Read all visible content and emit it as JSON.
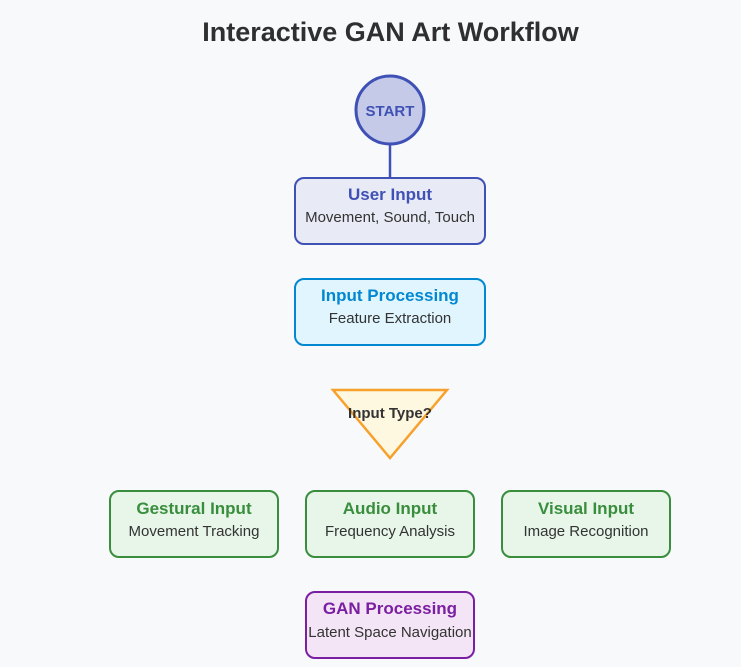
{
  "title": "Interactive GAN Art Workflow",
  "colors": {
    "start": "#3f51b5",
    "user_input": "#3f51b5",
    "processing": "#0288d1",
    "decision": "#f7a02b",
    "inputs": "#388e3c",
    "gan": "#7b1fa2"
  },
  "nodes": {
    "start": {
      "label": "START"
    },
    "user_input": {
      "title": "User Input",
      "subtitle": "Movement, Sound, Touch"
    },
    "input_processing": {
      "title": "Input Processing",
      "subtitle": "Feature Extraction"
    },
    "decision": {
      "label": "Input Type?"
    },
    "gestural": {
      "title": "Gestural Input",
      "subtitle": "Movement Tracking"
    },
    "audio": {
      "title": "Audio Input",
      "subtitle": "Frequency Analysis"
    },
    "visual": {
      "title": "Visual Input",
      "subtitle": "Image Recognition"
    },
    "gan": {
      "title": "GAN Processing",
      "subtitle": "Latent Space Navigation"
    }
  }
}
